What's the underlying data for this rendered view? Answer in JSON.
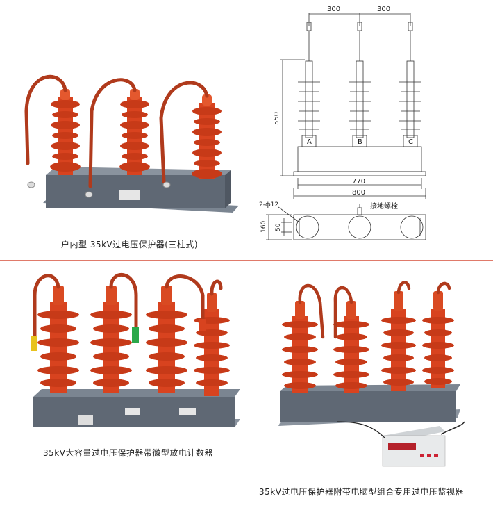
{
  "captions": {
    "top_left": "户内型 35kV过电压保护器(三柱式)",
    "bottom_left": "35kV大容量过电压保护器带微型放电计数器",
    "bottom_right": "35kV过电压保护器附带电脑型组合专用过电压监视器"
  },
  "drawing": {
    "dim_spacing_1": "300",
    "dim_spacing_2": "300",
    "dim_height": "550",
    "dim_inner_width": "770",
    "dim_outer_width": "800",
    "dim_depth": "160",
    "dim_hole_offset": "50",
    "hole_label": "2-ф12",
    "ground_bolt_label": "接地螺栓",
    "phase_a": "A",
    "phase_b": "B",
    "phase_c": "C"
  },
  "colors": {
    "insulator": "#d8431f",
    "insulator_dark": "#a8300f",
    "base": "#5f6874",
    "base_light": "#7b8591",
    "lead": "#b03a1c",
    "divider": "#e07a6a"
  }
}
